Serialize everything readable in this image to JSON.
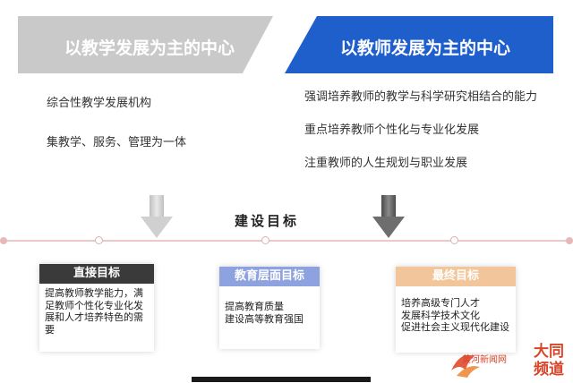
{
  "banners": {
    "left": {
      "title": "以教学发展为主的中心"
    },
    "right": {
      "title": "以教师发展为主的中心"
    }
  },
  "left_items": [
    "综合性教学发展机构",
    "集教学、服务、管理为一体"
  ],
  "right_items": [
    "强调培养教师的教学与科学研究相结合的能力",
    "重点培养教师个性化与专业化发展",
    "注重教师的人生规划与职业发展"
  ],
  "center_title": "建设目标",
  "goals": [
    {
      "title": "直接目标",
      "lines": [
        "提高教师教学能力，满",
        "足教师个性化专业化发",
        "展和人才培养特色的需",
        "要"
      ]
    },
    {
      "title": "教育层面目标",
      "lines": [
        "提高教育质量",
        "建设高等教育强国"
      ]
    },
    {
      "title": "最终目标",
      "lines": [
        "培养高级专门人才",
        "发展科学技术文化",
        "促进社会主义现代化建设"
      ]
    }
  ],
  "watermark": {
    "text_a": "大同",
    "text_b": "频道",
    "text_small": "黄河新闻网"
  },
  "colors": {
    "banner_left": "#c9c9c9",
    "banner_right": "#1f5fcb",
    "goal1_head": "#3a3a3a",
    "goal2_head": "#8ea2e0",
    "goal3_head": "#f2c69a"
  }
}
